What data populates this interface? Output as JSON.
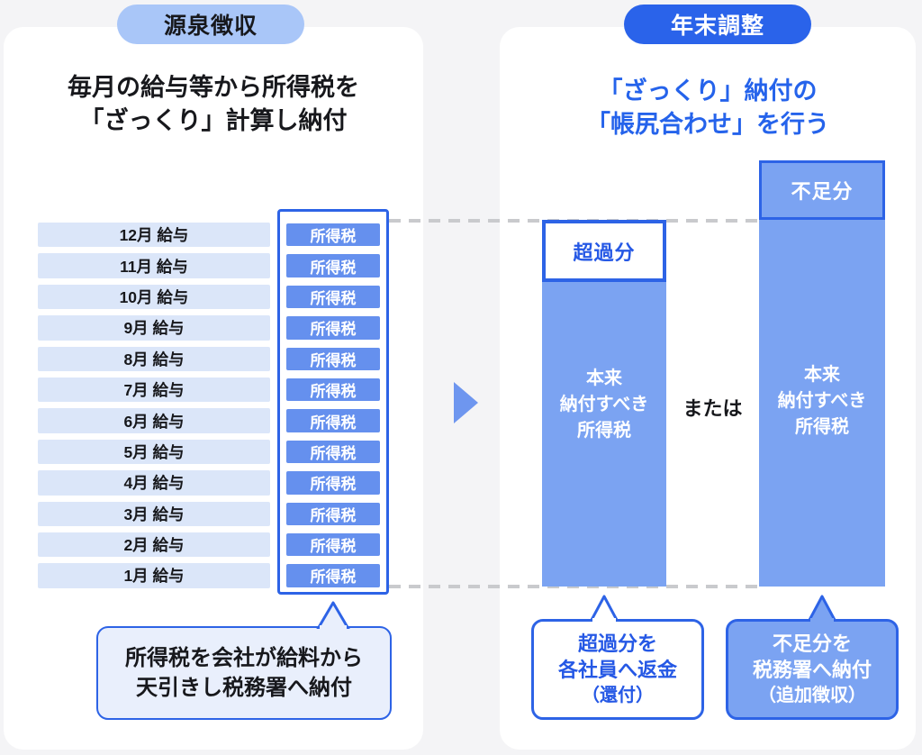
{
  "left_panel": {
    "pill": "源泉徴収",
    "title_line1": "毎月の給与等から所得税を",
    "title_line2": "「ざっくり」計算し納付",
    "months": [
      "12月 給与",
      "11月 給与",
      "10月 給与",
      "9月 給与",
      "8月 給与",
      "7月 給与",
      "6月 給与",
      "5月 給与",
      "4月 給与",
      "3月 給与",
      "2月 給与",
      "1月 給与"
    ],
    "tax_badge": "所得税",
    "callout_line1": "所得税を会社が給料から",
    "callout_line2": "天引きし税務署へ納付"
  },
  "right_panel": {
    "pill": "年末調整",
    "title_line1": "「ざっくり」納付の",
    "title_line2": "「帳尻合わせ」を行う",
    "excess_label": "超過分",
    "shortage_label": "不足分",
    "bar_line1": "本来",
    "bar_line2": "納付すべき",
    "bar_line3": "所得税",
    "or_label": "または",
    "refund_line1": "超過分を",
    "refund_line2": "各社員へ返金",
    "refund_line3": "（還付）",
    "pay_line1": "不足分を",
    "pay_line2": "税務署へ納付",
    "pay_line3": "（追加徴収）"
  },
  "colors": {
    "background": "#f4f4f6",
    "card": "#ffffff",
    "pill_light": "#a9c6f8",
    "pill_dark": "#2a63ea",
    "title_blue": "#2563eb",
    "month_bar": "#dbe6f9",
    "badge_blue": "#6590ee",
    "bar_fill": "#7ba3f2",
    "border_blue": "#2d63e6",
    "dashed_gray": "#c9cacd",
    "callout_light": "#e9effc",
    "arrow_blue": "#6e96ef"
  }
}
